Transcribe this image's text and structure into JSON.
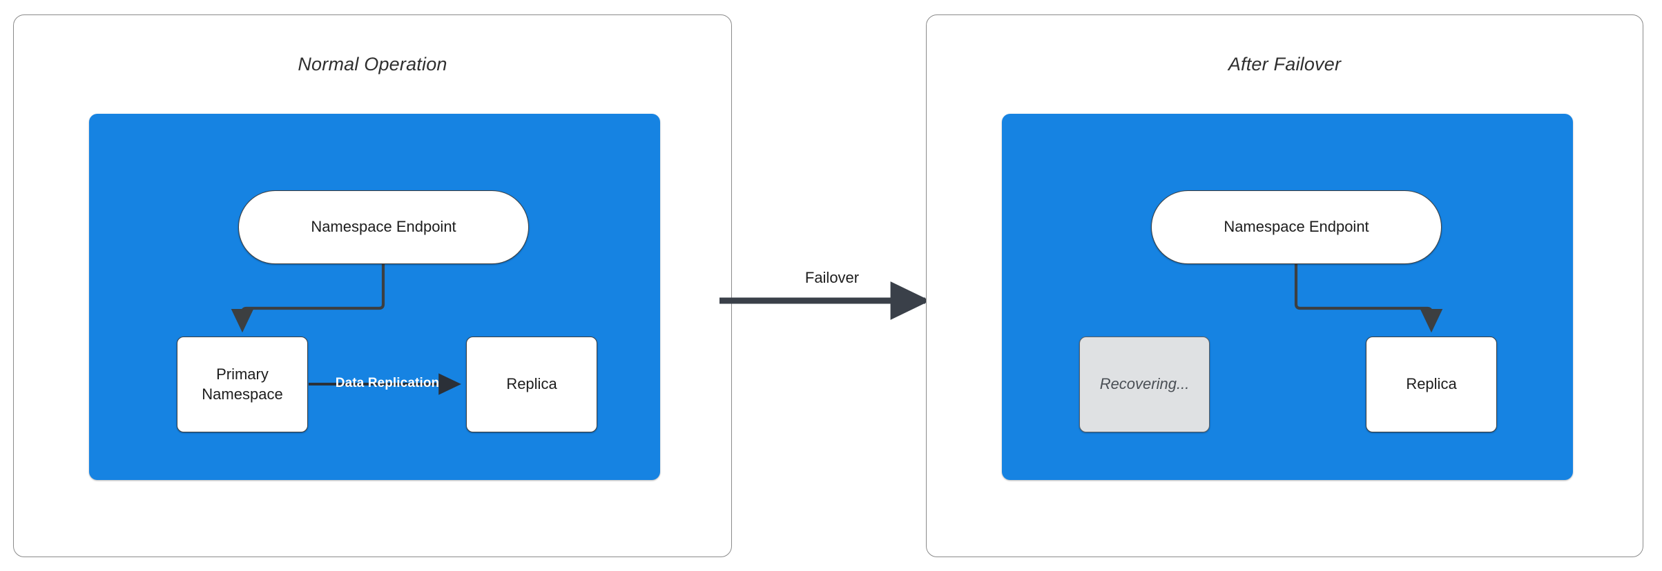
{
  "diagram": {
    "title_left": "Normal Operation",
    "title_right": "After Failover",
    "transition_label": "Failover",
    "colors": {
      "region_blue": "#1683e2",
      "node_fill": "#ffffff",
      "node_stroke": "#3c3f41",
      "dim_node_fill": "#dfe1e3",
      "connector": "#3c3f41",
      "panel_border": "#8a8a8a",
      "edge_label_text": "#ffffff"
    }
  },
  "panels": [
    {
      "id": "normal-operation",
      "title": "Normal Operation",
      "nodes": [
        {
          "id": "endpoint",
          "label": "Namespace Endpoint",
          "shape": "pill",
          "state": "active"
        },
        {
          "id": "primary",
          "label": "Primary\nNamespace",
          "line1": "Primary",
          "line2": "Namespace",
          "shape": "box",
          "state": "active"
        },
        {
          "id": "replica",
          "label": "Replica",
          "shape": "box",
          "state": "active"
        }
      ],
      "edges": [
        {
          "from": "endpoint",
          "to": "primary",
          "label": "",
          "style": "elbow-arrow"
        },
        {
          "from": "primary",
          "to": "replica",
          "label": "Data Replication",
          "style": "straight-arrow"
        }
      ]
    },
    {
      "id": "after-failover",
      "title": "After Failover",
      "nodes": [
        {
          "id": "endpoint",
          "label": "Namespace Endpoint",
          "shape": "pill",
          "state": "active"
        },
        {
          "id": "recovering",
          "label": "Recovering...",
          "shape": "box",
          "state": "dimmed"
        },
        {
          "id": "replica",
          "label": "Replica",
          "shape": "box",
          "state": "active"
        }
      ],
      "edges": [
        {
          "from": "endpoint",
          "to": "replica",
          "label": "",
          "style": "elbow-arrow"
        }
      ]
    }
  ]
}
